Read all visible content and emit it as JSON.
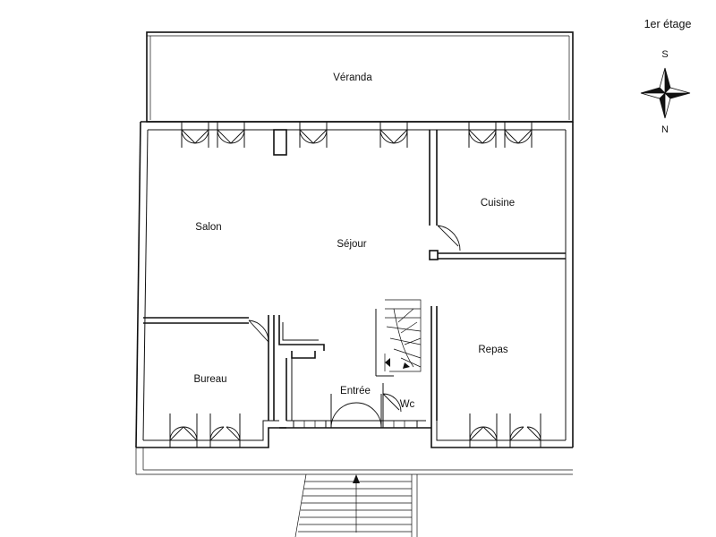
{
  "floor_label": "1er étage",
  "compass": {
    "top_letter": "S",
    "bottom_letter": "N"
  },
  "rooms": {
    "veranda": "Véranda",
    "salon": "Salon",
    "sejour": "Séjour",
    "cuisine": "Cuisine",
    "bureau": "Bureau",
    "entree": "Entrée",
    "wc": "Wc",
    "repas": "Repas"
  }
}
